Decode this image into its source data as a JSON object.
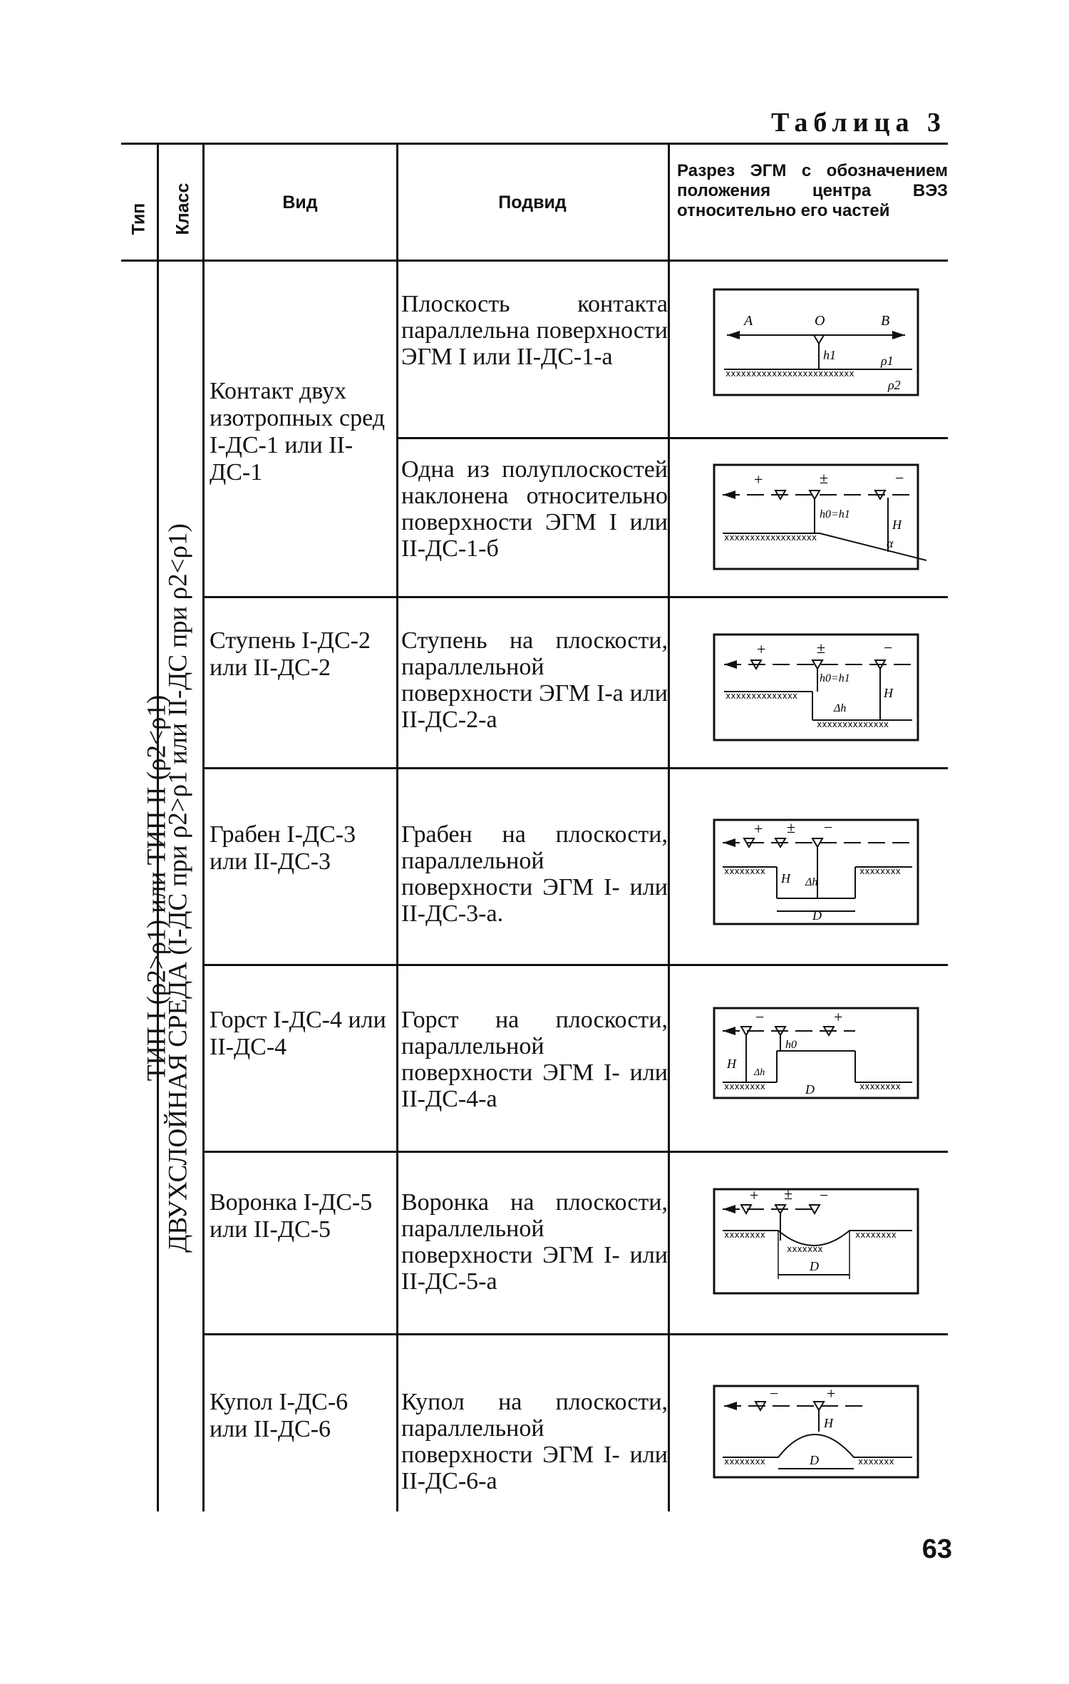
{
  "table_caption": "Таблица 3",
  "headers": {
    "type": "Тип",
    "class": "Класс",
    "vid": "Вид",
    "podvid": "Подвид",
    "section": "Разрез ЭГМ с обозначением положения центра ВЭЗ относительно его частей"
  },
  "type_spine": "ТИП I (ρ2>ρ1) или ТИП II (ρ2<ρ1)",
  "class_spine": "ДВУХСЛОЙНАЯ СРЕДА (I-ДС при ρ2>ρ1 или II-ДС при ρ2<ρ1)",
  "rows": [
    {
      "vid": "Контакт двух изотропных сред I-ДС-1 или II-ДС-1",
      "podvid": "Плоскость контакта параллельна поверхности ЭГМ I или II-ДС-1-а"
    },
    {
      "vid": "",
      "podvid": "Одна из полуплоскостей наклонена относительно поверхности ЭГМ I или II-ДС-1-б"
    },
    {
      "vid": "Ступень I-ДС-2 или II-ДС-2",
      "podvid": "Ступень на плоскости, параллельной поверхности ЭГМ I-а или II-ДС-2-а"
    },
    {
      "vid": "Грабен I-ДС-3 или II-ДС-3",
      "podvid": "Грабен на плоскости, параллельной поверхности ЭГМ I- или II-ДС-3-а."
    },
    {
      "vid": "Горст I-ДС-4 или II-ДС-4",
      "podvid": "Горст на плоскости, параллельной поверхности ЭГМ I- или II-ДС-4-а"
    },
    {
      "vid": "Воронка I-ДС-5 или II-ДС-5",
      "podvid": "Воронка на плоскости, параллельной поверхности ЭГМ I- или II-ДС-5-а"
    },
    {
      "vid": "Купол I-ДС-6 или II-ДС-6",
      "podvid": "Купол на плоскости, параллельной поверхности ЭГМ I- или II-ДС-6-а"
    }
  ],
  "diagram_labels": {
    "d1": [
      "A",
      "O",
      "B",
      "h1",
      "ρ1",
      "ρ2"
    ],
    "d2": [
      "+",
      "±",
      "−",
      "h0=h1",
      "H",
      "α"
    ],
    "d3": [
      "+",
      "±",
      "−",
      "h0=h1",
      "Δh",
      "H"
    ],
    "d4": [
      "+",
      "±",
      "−",
      "H",
      "Δh",
      "D"
    ],
    "d5": [
      "−",
      "+",
      "h0",
      "H",
      "Δh",
      "D"
    ],
    "d6": [
      "+",
      "±",
      "−",
      "D"
    ],
    "d7": [
      "−",
      "+",
      "H",
      "D"
    ]
  },
  "page_number": "63"
}
